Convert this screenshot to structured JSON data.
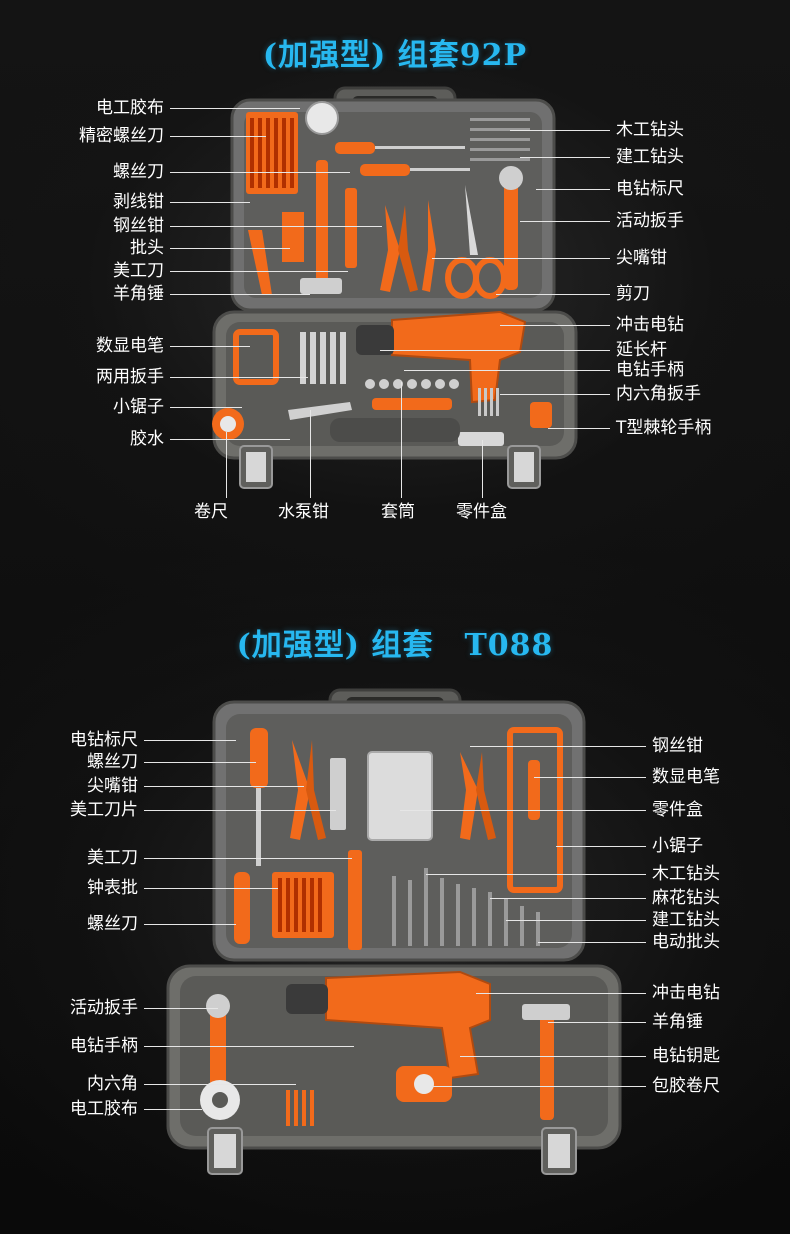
{
  "colors": {
    "title": "#27b8f0",
    "case": "#6e6e6a",
    "case_dark": "#4a4a47",
    "orange": "#f26a1b",
    "label": "#ffffff"
  },
  "kit1": {
    "title": "(加强型) 组套92P",
    "left_labels": [
      "电工胶布",
      "精密螺丝刀",
      "螺丝刀",
      "剥线钳",
      "钢丝钳",
      "批头",
      "美工刀",
      "羊角锤",
      "数显电笔",
      "两用扳手",
      "小锯子",
      "胶水"
    ],
    "right_labels": [
      "木工钻头",
      "建工钻头",
      "电钻标尺",
      "活动扳手",
      "尖嘴钳",
      "剪刀",
      "冲击电钻",
      "延长杆",
      "电钻手柄",
      "内六角扳手",
      "T型棘轮手柄"
    ],
    "bottom_labels": [
      "卷尺",
      "水泵钳",
      "套筒",
      "零件盒"
    ]
  },
  "kit2": {
    "title": "(加强型) 组套　T088",
    "left_labels": [
      "电钻标尺",
      "螺丝刀",
      "尖嘴钳",
      "美工刀片",
      "美工刀",
      "钟表批",
      "螺丝刀",
      "活动扳手",
      "电钻手柄",
      "内六角",
      "电工胶布"
    ],
    "right_labels": [
      "钢丝钳",
      "数显电笔",
      "零件盒",
      "小锯子",
      "木工钻头",
      "麻花钻头",
      "建工钻头",
      "电动批头",
      "冲击电钻",
      "羊角锤",
      "电钻钥匙",
      "包胶卷尺"
    ]
  }
}
